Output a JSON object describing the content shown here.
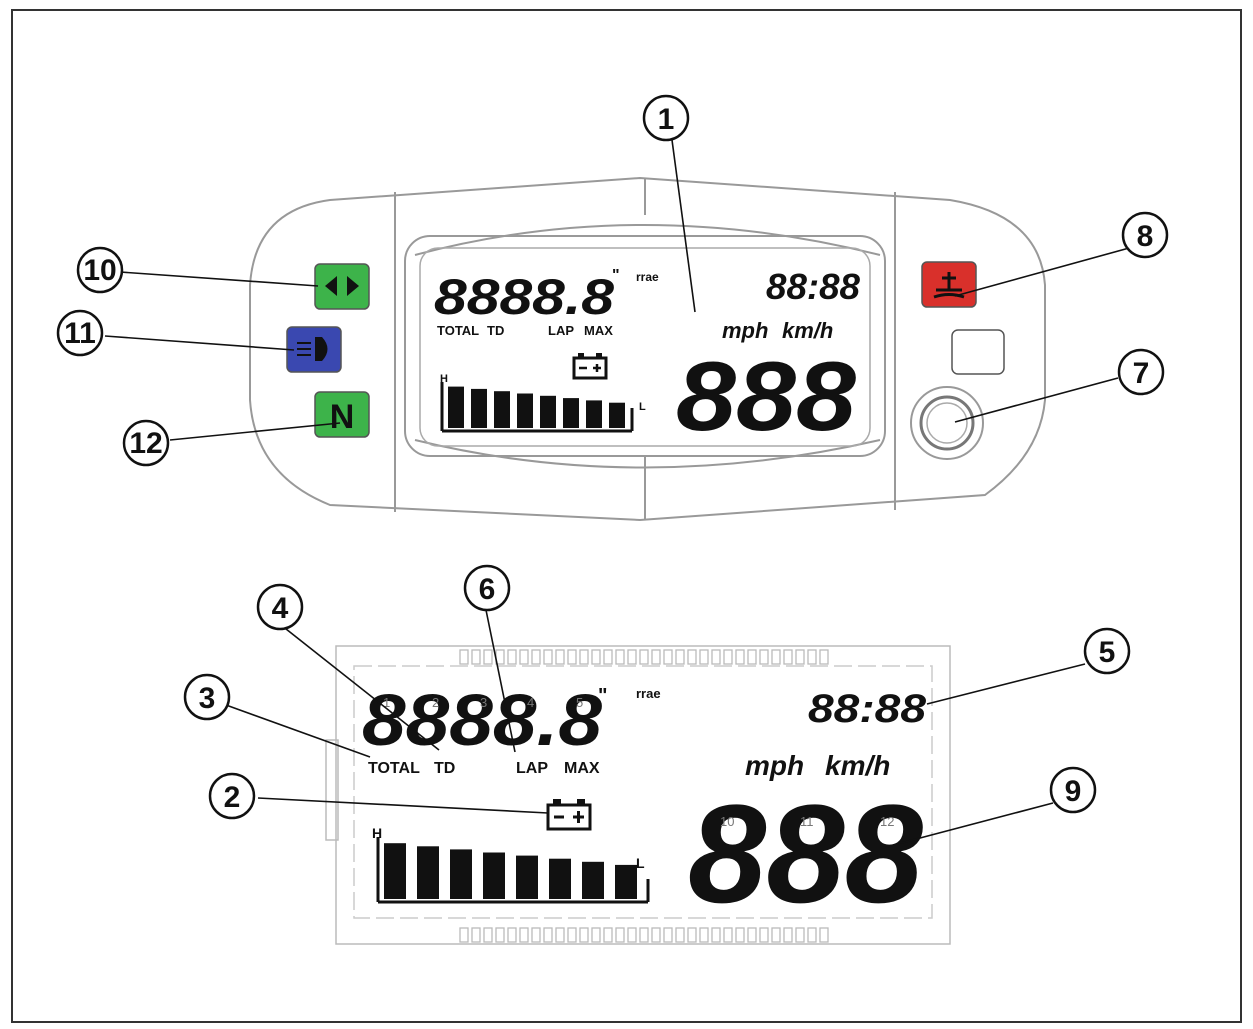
{
  "dashboard": {
    "odometer_digits": "8888.8",
    "odometer_unit_mark": "\"",
    "mode_label": "rrae",
    "clock_digits": "88:88",
    "speed_units": [
      "mph",
      "km/h"
    ],
    "speed_digits": "888",
    "bar_high_label": "H",
    "bar_low_label": "L",
    "trip_labels": [
      "TOTAL",
      "TD",
      "LAP",
      "MAX"
    ],
    "bar_levels": [
      0.9,
      0.85,
      0.8,
      0.75,
      0.7,
      0.65,
      0.6,
      0.55
    ],
    "indicator_colors": {
      "turn": "#3db34a",
      "high_beam": "#3a48b0",
      "neutral": "#3db34a",
      "warning": "#d9302b"
    }
  },
  "detail": {
    "odometer_digits": "8888.8",
    "odometer_unit_mark": "\"",
    "mode_label": "rrae",
    "clock_digits": "88:88",
    "speed_units": [
      "mph",
      "km/h"
    ],
    "speed_digits": "888",
    "bar_high_label": "H",
    "bar_low_label": "L",
    "trip_labels": [
      "TOTAL",
      "TD",
      "LAP",
      "MAX"
    ],
    "digit_index_labels": [
      "1",
      "2",
      "3",
      "4",
      "5"
    ],
    "speed_index_labels": [
      "10",
      "11",
      "12"
    ],
    "bar_levels": [
      0.9,
      0.85,
      0.8,
      0.75,
      0.7,
      0.65,
      0.6,
      0.55
    ]
  },
  "callouts": [
    "1",
    "2",
    "3",
    "4",
    "5",
    "6",
    "7",
    "8",
    "9",
    "10",
    "11",
    "12"
  ]
}
